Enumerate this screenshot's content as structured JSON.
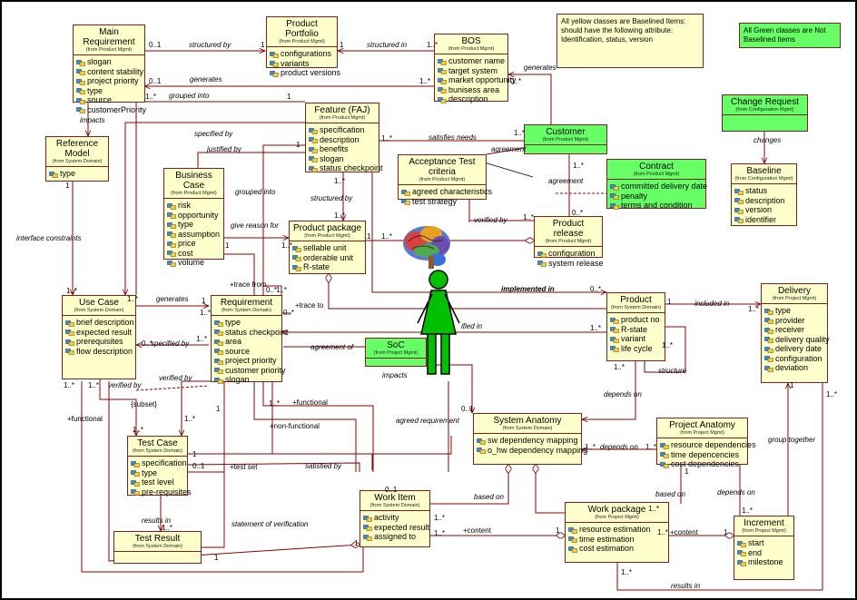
{
  "classes": {
    "main_requirement": {
      "name": "Main Requirement",
      "from": "(from Product Mgmt)",
      "attrs": [
        "slogan",
        "content stability",
        "project priority",
        "type",
        "source",
        "customerPriority"
      ]
    },
    "product_portfolio": {
      "name": "Product Portfolio",
      "from": "(from Product Mgmt)",
      "attrs": [
        "configurations",
        "variants",
        "product versions"
      ]
    },
    "bos": {
      "name": "BOS",
      "from": "(from Product Mgmt)",
      "attrs": [
        "customer name",
        "target system",
        "market opportunity",
        "bunisess area",
        "description"
      ]
    },
    "reference_model": {
      "name": "Reference Model",
      "from": "(from System Domain)",
      "attrs": [
        "type"
      ]
    },
    "feature": {
      "name": "Feature (FAJ)",
      "from": "(from Product Mgmt)",
      "attrs": [
        "specification",
        "description",
        "benefits",
        "slogan",
        "status checkpoint"
      ]
    },
    "business_case": {
      "name": "Business Case",
      "from": "(from Product Mgmt)",
      "attrs": [
        "risk",
        "opportunity",
        "type",
        "assumption",
        "price",
        "cost",
        "volume"
      ]
    },
    "customer": {
      "name": "Customer",
      "from": "(from Product Mgmt)",
      "attrs": []
    },
    "acceptance": {
      "name": "Acceptance Test criteria",
      "from": "(from Product Mgmt)",
      "attrs": [
        "agreed characteristics",
        "test strategy"
      ]
    },
    "contract": {
      "name": "Contract",
      "from": "(from Product Mgmt)",
      "attrs": [
        "committed delivery date",
        "penalty",
        "terms and condition"
      ]
    },
    "change_request": {
      "name": "Change Request",
      "from": "(from Configuration Mgmt)",
      "attrs": []
    },
    "baseline": {
      "name": "Baseline",
      "from": "(from Configuration Mgmt)",
      "attrs": [
        "status",
        "description",
        "version",
        "identifier"
      ]
    },
    "product_package": {
      "name": "Product package",
      "from": "(from Product Mgmt)",
      "attrs": [
        "sellable unit",
        "orderable unit",
        "R-state"
      ]
    },
    "product_release": {
      "name": "Product release",
      "from": "(from Product Mgmt)",
      "attrs": [
        "configuration",
        "system release"
      ]
    },
    "use_case": {
      "name": "Use Case",
      "from": "(from System Domain)",
      "attrs": [
        "brief description",
        "expected result",
        "prerequisites",
        "flow description"
      ]
    },
    "requirement": {
      "name": "Requirement",
      "from": "(from System Domain)",
      "attrs": [
        "type",
        "status checkpoint",
        "area",
        "source",
        "project priority",
        "customer priority",
        "slogan"
      ]
    },
    "soc": {
      "name": "SoC",
      "from": "(from Project Mgmt)",
      "attrs": []
    },
    "product": {
      "name": "Product",
      "from": "(from System Domain)",
      "attrs": [
        "product no",
        "R-state",
        "variant",
        "life cycle"
      ]
    },
    "delivery": {
      "name": "Delivery",
      "from": "(from Project Mgmt)",
      "attrs": [
        "type",
        "provider",
        "receiver",
        "delivery quality",
        "delivery date",
        "configuration",
        "deviation"
      ]
    },
    "system_anatomy": {
      "name": "System Anatomy",
      "from": "(from System Domain)",
      "attrs": [
        "sw dependency  mapping",
        "o_hw dependency   mapping"
      ]
    },
    "project_anatomy": {
      "name": "Project Anatomy",
      "from": "(from Project Mgmt)",
      "attrs": [
        "resource dependencies",
        "time depencencies",
        "cost dependencies"
      ]
    },
    "test_case": {
      "name": "Test Case",
      "from": "(from System Domain)",
      "attrs": [
        "specification",
        "type",
        "test level",
        "pre-requisites"
      ]
    },
    "test_result": {
      "name": "Test Result",
      "from": "(from System Domain)",
      "attrs": []
    },
    "work_item": {
      "name": "Work Item",
      "from": "(from System Domain)",
      "attrs": [
        "activity",
        "expected  result",
        "assigned to"
      ]
    },
    "work_package": {
      "name": "Work package",
      "from": "(from Project Mgmt)",
      "attrs": [
        "resource estimation",
        "time estimation",
        "cost estimation"
      ]
    },
    "increment": {
      "name": "Increment",
      "from": "(from Project Mgmt)",
      "attrs": [
        "start",
        "end",
        "milestone"
      ]
    }
  },
  "notes": {
    "yellow": "All yellow classes are Baselined Items: should have the following attribute: Identification, status, version",
    "green": "All Green classes are Not Baselined Items"
  },
  "labels": {
    "structured_by_1": "structured by",
    "structured_in": "structured in",
    "generates_1": "generates",
    "generates_2": "generates",
    "grouped_into_1": "grouped  into",
    "impacts_1": "impacts",
    "specified_by_1": "specified by",
    "justified_by": "justified by",
    "satisfies_needs": "satisfies needs",
    "agreement_1": "agreement",
    "agreement_2": "agreement",
    "changes": "changes",
    "grouped_into_2": "grouped  into",
    "structured_by_2": "structured by",
    "give_reason_for": "give reason  for",
    "verified_by_1": "verified by",
    "interface_constraints": "interface constraints",
    "trace_from": "+trace from",
    "trace_to": "+trace to",
    "generates_3": "generates",
    "implemented_in": "implemented in",
    "included_in": "included in",
    "specified_by_2": "specified by",
    "agreement_of": "agreement of",
    "impacts_2": "impacts",
    "specified_in": "ified in",
    "verified_by_2": "verified by",
    "verified_by_3": "verified by",
    "subset": "{subset}",
    "functional_1": "+functional",
    "functional_2": "+functional",
    "non_functional": "+non-functional",
    "agreed_requirement": "agreed requirement",
    "depends_on_1": "depends on",
    "depends_on_2": "depends on",
    "depends_on_3": "depends on",
    "structure": "structure",
    "group_together": "group together",
    "test_set": "+test set",
    "satisfied_by": "satisfied by",
    "based_on_1": "based on",
    "based_on_2": "based on",
    "results_in_1": "results in",
    "statement_of_verification": "statement of verification",
    "content_1": "+content",
    "content_2": "+content",
    "results_in_2": "results in"
  },
  "multiplicities": {
    "m1": "0..1",
    "m2": "1",
    "m3": "1..*",
    "m4": "1",
    "m5": "0..1",
    "m6": "1..*",
    "m7": "0..*",
    "m8": "1..*",
    "m9": "1",
    "m10": "1..*",
    "m11": "1..*",
    "m12": "1..*",
    "m13": "1",
    "m14": "1..*",
    "m15": "1..*",
    "m16": "1",
    "m17": "1..*",
    "m18": "1",
    "m19": "1..*",
    "m20": "1..*",
    "m21": "0..*",
    "m22": "0..*",
    "m23": "1..*",
    "m24": "0..*",
    "m25": "1",
    "m26": "1..*",
    "m27": "0..*",
    "m28": "1..*",
    "m29": "1",
    "m30": "1..*",
    "m31": "1..*",
    "m32": "1..*",
    "m33": "1",
    "m34": "1..*",
    "m35": "0..*",
    "m36": "1..*",
    "m37": "1..*",
    "m38": "0..1",
    "m39": "1",
    "m40": "1..*",
    "m41": "1..*",
    "m42": "1..*",
    "m43": "1..*",
    "m44": "1..*",
    "m45": "1",
    "m46": "1..*",
    "m47": "1..*",
    "m48": "1..*",
    "m49": "1",
    "m50": "0..1",
    "m51": "1..*",
    "m52": "1..*",
    "m53": "1",
    "m54": "1..*",
    "m55": "1",
    "m56": "1..*",
    "m57": "1..*",
    "m58": "1",
    "m59": "1",
    "m60": "1..*",
    "m61": "1..*",
    "m62": "1",
    "m63": "0..1"
  },
  "colors": {
    "baselined": "#ffffcc",
    "not_baselined": "#66ff66",
    "border": "#7a2222",
    "line": "#8b0000",
    "person": "#00c000"
  },
  "icons": {
    "attribute": "attribute-icon",
    "brain": "brain-image",
    "actor": "person-icon"
  }
}
